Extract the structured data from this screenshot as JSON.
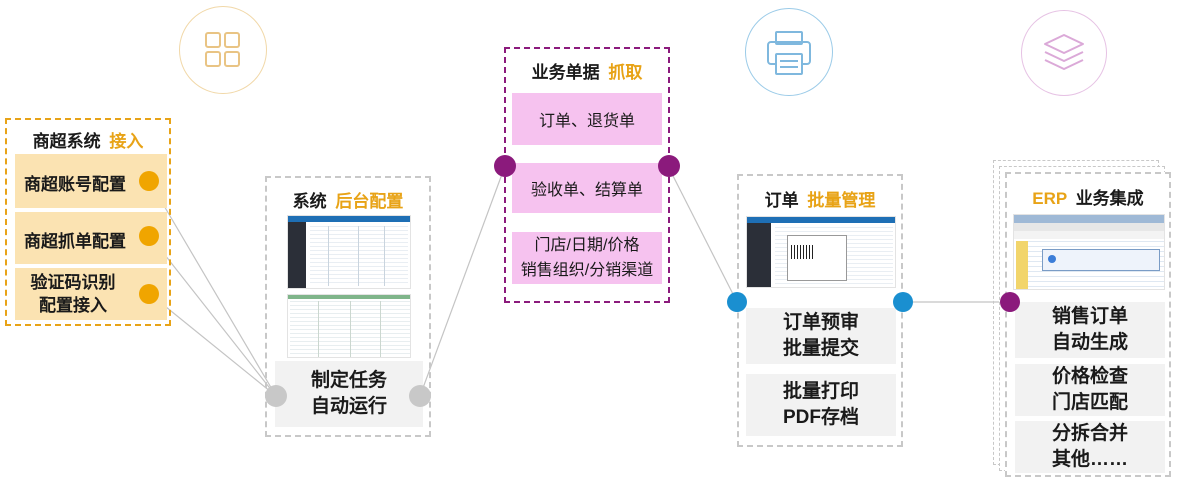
{
  "colors": {
    "accent_orange": "#e8a317",
    "orange_dot": "#f0a500",
    "purple": "#8b1a7c",
    "blue": "#1a8fd0",
    "gray_dot": "#c8c8c8",
    "pink_fill": "#f6c2ef",
    "tan_fill": "#fbe3b2",
    "line_gray": "#c4c4c4"
  },
  "icons": {
    "grid": "grid-icon",
    "printer": "printer-icon",
    "layers": "layers-icon"
  },
  "panel1": {
    "title_main": "商超系统",
    "title_hl": "接入",
    "items": [
      {
        "label": "商超账号配置"
      },
      {
        "label": "商超抓单配置"
      },
      {
        "label1": "验证码识别",
        "label2": "配置接入"
      }
    ]
  },
  "panel2": {
    "title_main": "系统",
    "title_hl": "后台配置",
    "bottom": {
      "line1": "制定任务",
      "line2": "自动运行"
    }
  },
  "panel3": {
    "title_main": "业务单据",
    "title_hl": "抓取",
    "items": [
      {
        "line1": "订单、退货单"
      },
      {
        "line1": "验收单、结算单"
      },
      {
        "line1": "门店/日期/价格",
        "line2": "销售组织/分销渠道"
      }
    ]
  },
  "panel4": {
    "title_main": "订单",
    "title_hl": "批量管理",
    "items": [
      {
        "line1": "订单预审",
        "line2": "批量提交"
      },
      {
        "line1": "批量打印",
        "line2": "PDF存档"
      }
    ]
  },
  "panel5": {
    "title_hl": "ERP",
    "title_main": "业务集成",
    "items": [
      {
        "line1": "销售订单",
        "line2": "自动生成"
      },
      {
        "line1": "价格检查",
        "line2": "门店匹配"
      },
      {
        "line1": "分拆合并",
        "line2": "其他……"
      }
    ]
  }
}
